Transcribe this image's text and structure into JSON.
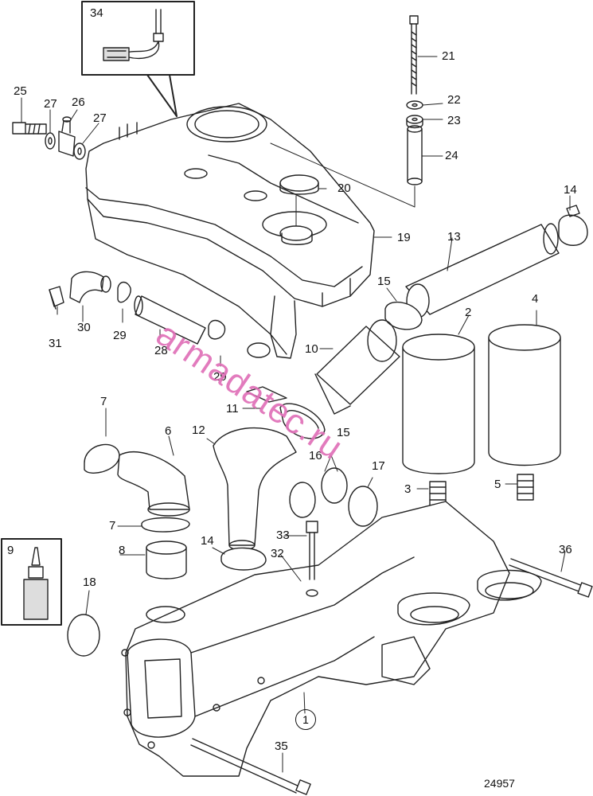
{
  "diagram": {
    "part_numbers": {
      "p1": "1",
      "p2": "2",
      "p3": "3",
      "p4": "4",
      "p5": "5",
      "p6": "6",
      "p7a": "7",
      "p7b": "7",
      "p8": "8",
      "p9": "9",
      "p10": "10",
      "p11": "11",
      "p12": "12",
      "p13": "13",
      "p14a": "14",
      "p14b": "14",
      "p15a": "15",
      "p15b": "15",
      "p16": "16",
      "p17": "17",
      "p18": "18",
      "p19": "19",
      "p20": "20",
      "p21": "21",
      "p22": "22",
      "p23": "23",
      "p24": "24",
      "p25": "25",
      "p26": "26",
      "p27a": "27",
      "p27b": "27",
      "p28": "28",
      "p29a": "29",
      "p29b": "29",
      "p30": "30",
      "p31": "31",
      "p32": "32",
      "p33": "33",
      "p34": "34",
      "p35": "35",
      "p36": "36"
    },
    "watermark": "armadatec.ru",
    "document_number": "24957"
  }
}
